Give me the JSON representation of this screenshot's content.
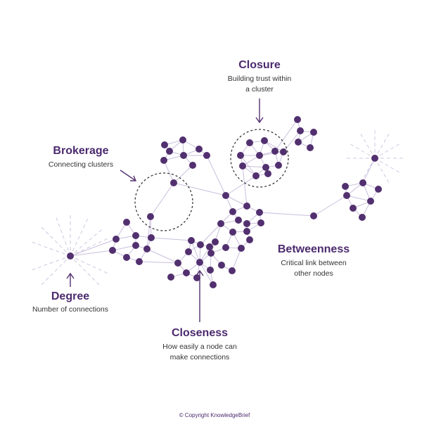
{
  "labels": {
    "closure": {
      "title": "Closure",
      "line1": "Building trust within",
      "line2": "a cluster"
    },
    "brokerage": {
      "title": "Brokerage",
      "line1": "Connecting clusters"
    },
    "betweenness": {
      "title": "Betweenness",
      "line1": "Critical link between",
      "line2": "other nodes"
    },
    "degree": {
      "title": "Degree",
      "line1": "Number of connections"
    },
    "closeness": {
      "title": "Closeness",
      "line1": "How easily a node can",
      "line2": "make connections"
    }
  },
  "copyright": "© Copyright KnowledgeBrief",
  "colors": {
    "node": "#52306f",
    "edge": "#c9bfdc",
    "title": "#4b2a6d"
  }
}
